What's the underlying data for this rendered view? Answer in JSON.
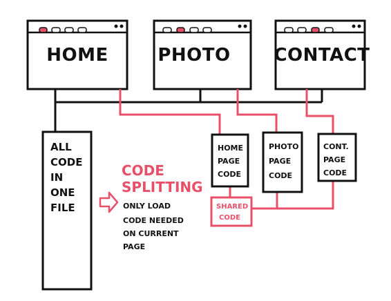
{
  "colors": {
    "ink": "#111111",
    "accent": "#e8506a",
    "window_bar": "#ffffff",
    "tab_fill": "#ffffff"
  },
  "windows": [
    {
      "id": "home",
      "label": "HOME"
    },
    {
      "id": "photo",
      "label": "PHOTO"
    },
    {
      "id": "contact",
      "label": "CONTACT"
    }
  ],
  "bundle": {
    "lines": [
      "ALL",
      "CODE",
      "IN",
      "ONE",
      "FILE"
    ]
  },
  "arrow": {
    "icon": "right-arrow-icon"
  },
  "code_splitting": {
    "title_lines": [
      "CODE",
      "SPLITTING"
    ],
    "note_lines": [
      "ONLY LOAD",
      "CODE NEEDED",
      "ON CURRENT",
      "PAGE"
    ]
  },
  "chunks": [
    {
      "id": "home",
      "lines": [
        "HOME",
        "PAGE",
        "CODE"
      ]
    },
    {
      "id": "photo",
      "lines": [
        "PHOTO",
        "PAGE",
        "CODE"
      ]
    },
    {
      "id": "contact",
      "lines": [
        "CONT.",
        "PAGE",
        "CODE"
      ]
    }
  ],
  "shared": {
    "lines": [
      "SHARED",
      "CODE"
    ]
  }
}
